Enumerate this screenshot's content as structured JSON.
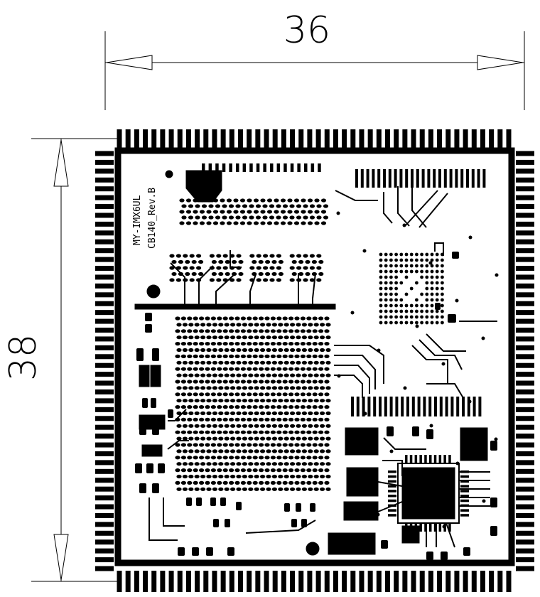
{
  "dimensions": {
    "width_label": "36",
    "height_label": "38"
  },
  "silkscreen": {
    "line1": "MY-IMX6UL",
    "line2": "CB140_Rev.B"
  },
  "colors": {
    "ink": "#000000",
    "paper": "#ffffff"
  }
}
